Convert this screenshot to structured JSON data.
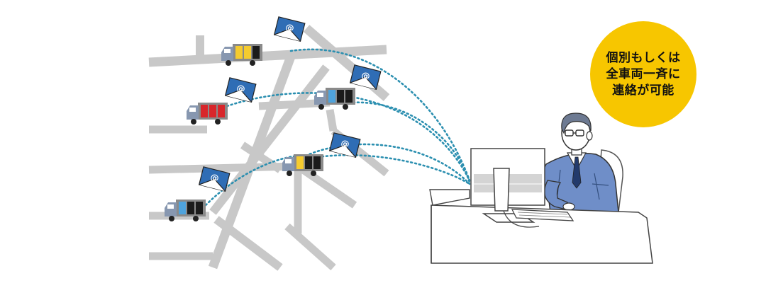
{
  "callout": {
    "lines": [
      "個別もしくは",
      "全車両一斉に",
      "連絡が可能"
    ]
  },
  "email_icon": {
    "symbol": "@"
  },
  "colors": {
    "road": "#c8c8c8",
    "truck_cab": "#8797b0",
    "truck_body": "#8a8a8a",
    "cargo_yellow": "#f5cb2f",
    "cargo_red": "#d8262b",
    "cargo_blue": "#4fa3dc",
    "cargo_dark": "#1b1b1b",
    "envelope": "#2f6db5",
    "signal": "#2b8fb0",
    "callout": "#f7c600",
    "shirt": "#6f8ec8"
  },
  "trucks": [
    {
      "id": "top",
      "cargo": [
        "yellow",
        "yellow",
        "dark"
      ]
    },
    {
      "id": "left-red",
      "cargo": [
        "red",
        "red",
        "red"
      ]
    },
    {
      "id": "center-blue",
      "cargo": [
        "blue",
        "dark",
        "dark"
      ]
    },
    {
      "id": "lower-yellow",
      "cargo": [
        "yellow",
        "dark",
        "dark"
      ]
    },
    {
      "id": "bottom-blue",
      "cargo": [
        "blue",
        "dark",
        "dark"
      ]
    }
  ]
}
